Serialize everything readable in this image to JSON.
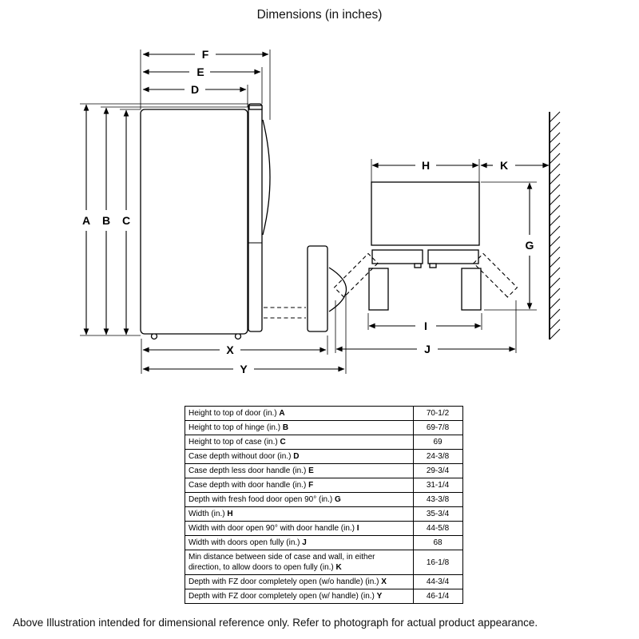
{
  "title": "Dimensions (in inches)",
  "footer": "Above Illustration intended for dimensional reference only. Refer to photograph for actual product appearance.",
  "diagram": {
    "labels": {
      "A": "A",
      "B": "B",
      "C": "C",
      "D": "D",
      "E": "E",
      "F": "F",
      "G": "G",
      "H": "H",
      "I": "I",
      "J": "J",
      "K": "K",
      "X": "X",
      "Y": "Y"
    }
  },
  "table": {
    "rows": [
      {
        "label": "Height to top of door (in.)",
        "letter": "A",
        "value": "70-1/2"
      },
      {
        "label": "Height to top of hinge (in.)",
        "letter": "B",
        "value": "69-7/8"
      },
      {
        "label": "Height to top of case (in.)",
        "letter": "C",
        "value": "69"
      },
      {
        "label": "Case depth without door (in.)",
        "letter": "D",
        "value": "24-3/8"
      },
      {
        "label": "Case depth less door handle (in.)",
        "letter": "E",
        "value": "29-3/4"
      },
      {
        "label": "Case depth with door handle (in.)",
        "letter": "F",
        "value": "31-1/4"
      },
      {
        "label": "Depth with fresh food door open 90° (in.)",
        "letter": "G",
        "value": "43-3/8"
      },
      {
        "label": "Width (in.)",
        "letter": "H",
        "value": "35-3/4"
      },
      {
        "label": "Width with door open 90° with door handle (in.)",
        "letter": "I",
        "value": "44-5/8"
      },
      {
        "label": "Width with doors open fully (in.)",
        "letter": "J",
        "value": "68"
      },
      {
        "label": "Min distance between side of case and wall, in either direction, to allow doors to open fully (in.)",
        "letter": "K",
        "value": "16-1/8"
      },
      {
        "label": "Depth with FZ door completely open (w/o handle) (in.)",
        "letter": "X",
        "value": "44-3/4"
      },
      {
        "label": "Depth with FZ door completely open (w/ handle) (in.)",
        "letter": "Y",
        "value": "46-1/4"
      }
    ]
  }
}
